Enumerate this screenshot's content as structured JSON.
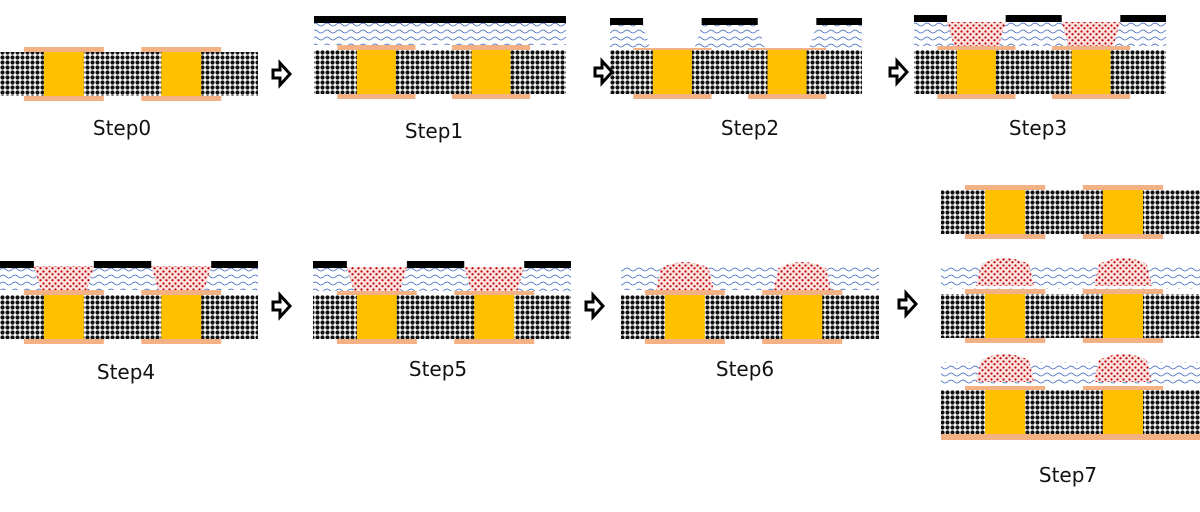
{
  "steps": [
    {
      "id": "step0",
      "label": "Step0"
    },
    {
      "id": "step1",
      "label": "Step1"
    },
    {
      "id": "step2",
      "label": "Step2"
    },
    {
      "id": "step3",
      "label": "Step3"
    },
    {
      "id": "step4",
      "label": "Step4"
    },
    {
      "id": "step5",
      "label": "Step5"
    },
    {
      "id": "step6",
      "label": "Step6"
    },
    {
      "id": "step7",
      "label": "Step7"
    }
  ],
  "colors": {
    "core": "#1a1a1a",
    "via_fill": "#ffc000",
    "pad": "#f4b183",
    "dielectric": "#dbe5f1",
    "mask": "#000000",
    "paste_bg": "#fce4e4",
    "paste_dot": "#c00000",
    "arrow": "#000000"
  }
}
